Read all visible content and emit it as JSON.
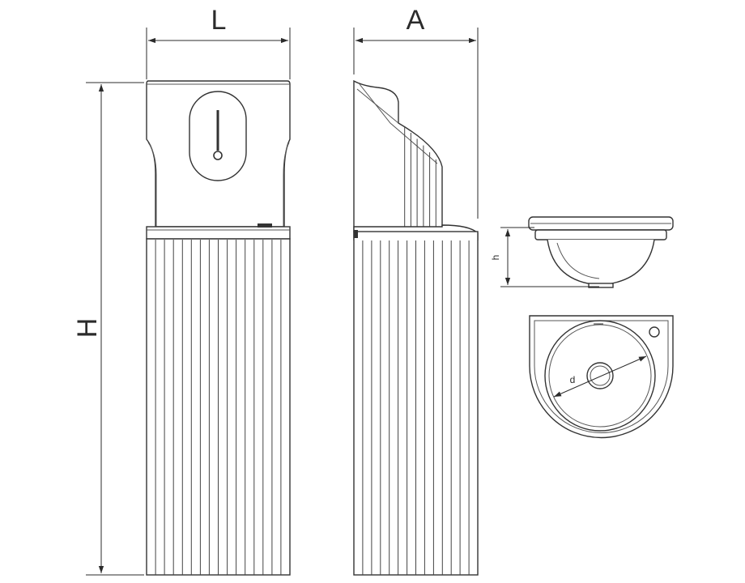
{
  "labels": {
    "length": "L",
    "depth": "A",
    "height": "H",
    "basin_height": "h",
    "basin_diameter": "d"
  },
  "colors": {
    "line": "#2b2b2b",
    "background": "#ffffff"
  }
}
